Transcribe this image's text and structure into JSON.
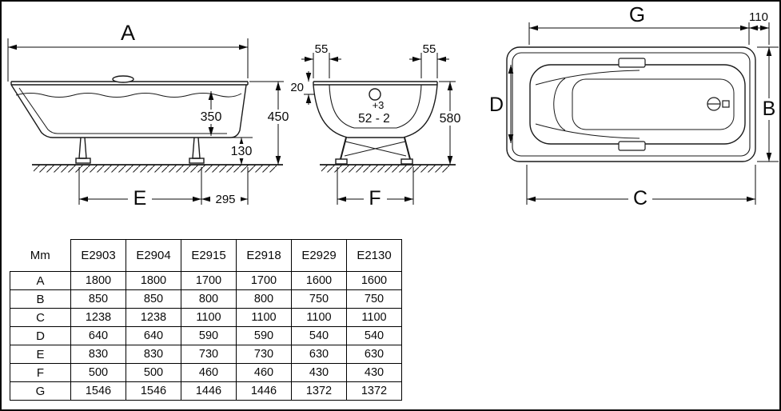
{
  "colors": {
    "line": "#1a1a1a",
    "background": "#ffffff"
  },
  "drawing": {
    "side": {
      "dim_A": "A",
      "dim_350": "350",
      "dim_450": "450",
      "dim_130": "130",
      "dim_E": "E",
      "dim_295": "295"
    },
    "end": {
      "dim_55_left": "55",
      "dim_55_right": "55",
      "dim_20": "20",
      "tol_plus": "+3",
      "tol_value": "52 - 2",
      "dim_580": "580",
      "dim_F": "F"
    },
    "plan": {
      "dim_G": "G",
      "dim_110": "110",
      "dim_D": "D",
      "dim_B": "B",
      "dim_C": "C"
    }
  },
  "table": {
    "unit_label": "Mm",
    "columns": [
      "E2903",
      "E2904",
      "E2915",
      "E2918",
      "E2929",
      "E2130"
    ],
    "rows": [
      {
        "label": "A",
        "values": [
          "1800",
          "1800",
          "1700",
          "1700",
          "1600",
          "1600"
        ]
      },
      {
        "label": "B",
        "values": [
          "850",
          "850",
          "800",
          "800",
          "750",
          "750"
        ]
      },
      {
        "label": "C",
        "values": [
          "1238",
          "1238",
          "1100",
          "1100",
          "1100",
          "1100"
        ]
      },
      {
        "label": "D",
        "values": [
          "640",
          "640",
          "590",
          "590",
          "540",
          "540"
        ]
      },
      {
        "label": "E",
        "values": [
          "830",
          "830",
          "730",
          "730",
          "630",
          "630"
        ]
      },
      {
        "label": "F",
        "values": [
          "500",
          "500",
          "460",
          "460",
          "430",
          "430"
        ]
      },
      {
        "label": "G",
        "values": [
          "1546",
          "1546",
          "1446",
          "1446",
          "1372",
          "1372"
        ]
      }
    ]
  }
}
